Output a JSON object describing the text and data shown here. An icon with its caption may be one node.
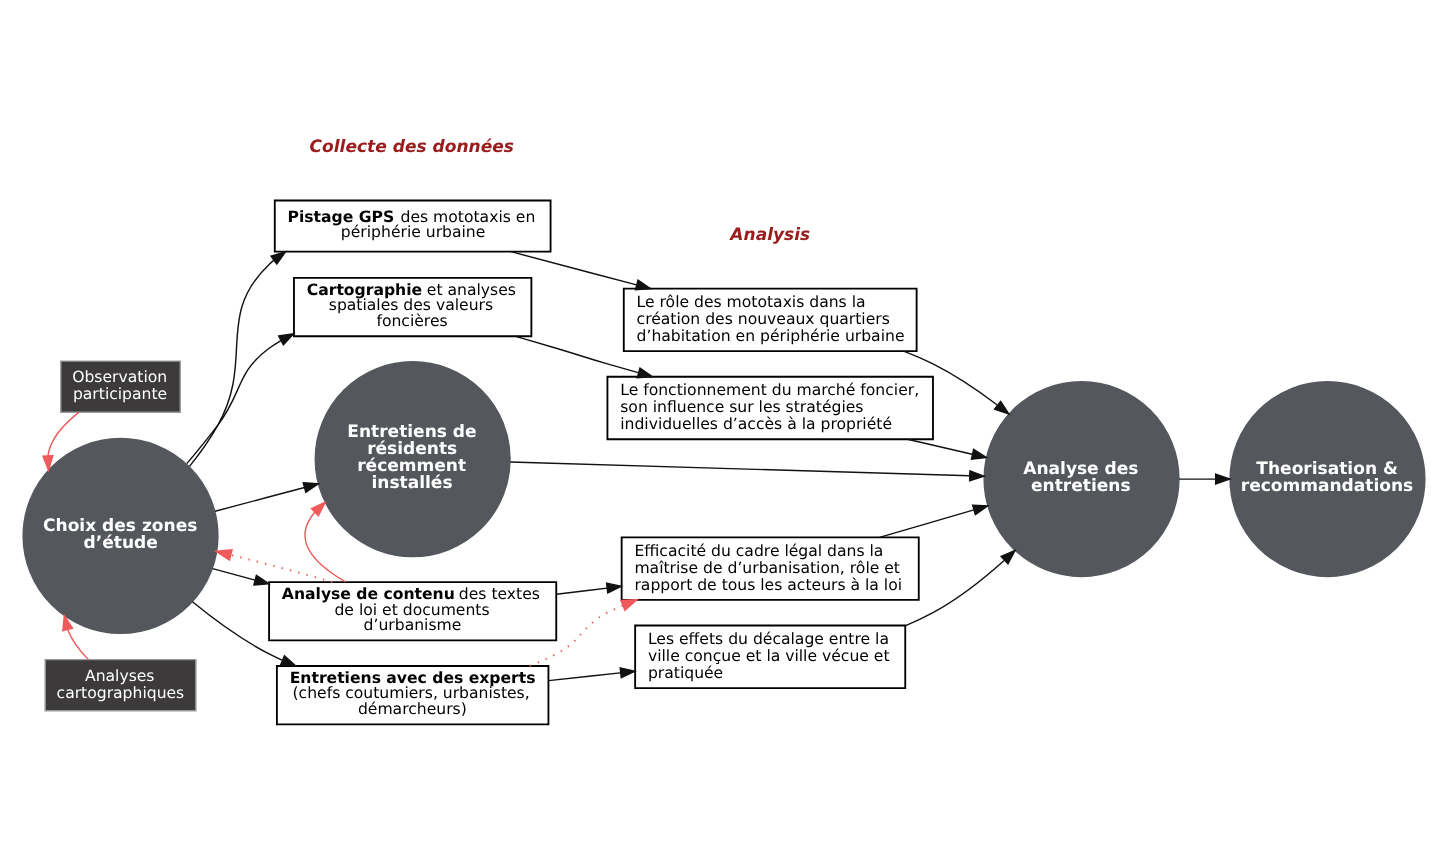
{
  "diagram": {
    "nodes": [
      {
        "text": [
          "Observation participante"
        ]
      },
      {
        "text": [
          "Analyses cartographiques"
        ]
      },
      {
        "text": [
          "Choix des zones d’étude"
        ]
      },
      {
        "text": [
          "**Pistage GPS** des mototaxis en périphérie urbaine"
        ]
      },
      {
        "text": [
          "**Cartographie** et analyses spatiales des valeurs foncières"
        ]
      },
      {
        "text": [
          "Entretiens de résidents récemment installés"
        ]
      },
      {
        "text": [
          "**Analyse de contenu** des textes de loi et documents d’urbanisme"
        ]
      },
      {
        "text": [
          "**Entretiens avec des experts** (chefs coutumiers, urbanistes, démarcheurs)"
        ]
      },
      {
        "text": [
          "Le rôle des mototaxis dans la création des nouveaux quartiers d’habitation en périphérie urbaine"
        ]
      },
      {
        "text": [
          "Le fonctionnement du marché foncier, son influence sur les stratégies individuelles d’accès à la propriété"
        ]
      },
      {
        "text": [
          "Efficacité du cadre légal dans la maîtrise de d’urbanisation, rôle et rapport de tous les acteurs à la loi"
        ]
      },
      {
        "text": [
          "Les effets du décalage entre la ville conçue et la ville vécue et pratiquée"
        ]
      },
      {
        "text": [
          "Analyse des entretiens"
        ]
      },
      {
        "text": [
          "Theorisation & recommandations"
        ]
      }
    ],
    "edges": [
      {
        "from": 0,
        "to": 2,
        "arrow": "to",
        "color": "#f05a5a"
      },
      {
        "from": 1,
        "to": 2,
        "arrow": "to",
        "color": "#f05a5a"
      },
      {
        "from": 2,
        "to": 3,
        "arrow": "to"
      },
      {
        "from": 2,
        "to": 4,
        "arrow": "to"
      },
      {
        "from": 2,
        "to": 5,
        "arrow": "to"
      },
      {
        "from": 2,
        "to": 6,
        "arrow": "to"
      },
      {
        "from": 2,
        "to": 7,
        "arrow": "to"
      },
      {
        "from": 6,
        "to": 2,
        "arrow": "to",
        "style": "dashed",
        "color": "#f05a5a"
      },
      {
        "from": 6,
        "to": 5,
        "arrow": "to",
        "color": "#f05a5a"
      },
      {
        "from": 3,
        "to": 8,
        "arrow": "to"
      },
      {
        "from": 4,
        "to": 9,
        "arrow": "to"
      },
      {
        "from": 6,
        "to": 10,
        "arrow": "to"
      },
      {
        "from": 7,
        "to": 11,
        "arrow": "to"
      },
      {
        "from": 7,
        "to": 10,
        "arrow": "to",
        "style": "dashed",
        "color": "#f05a5a"
      },
      {
        "from": 8,
        "to": 12,
        "arrow": "to"
      },
      {
        "from": 9,
        "to": 12,
        "arrow": "to"
      },
      {
        "from": 10,
        "to": 12,
        "arrow": "to"
      },
      {
        "from": 11,
        "to": 12,
        "arrow": "to"
      },
      {
        "from": 5,
        "to": 12,
        "arrow": "to"
      },
      {
        "from": 12,
        "to": 13,
        "arrow": "to"
      }
    ],
    "labels": [
      "Collecte des données",
      "Analysis"
    ]
  }
}
